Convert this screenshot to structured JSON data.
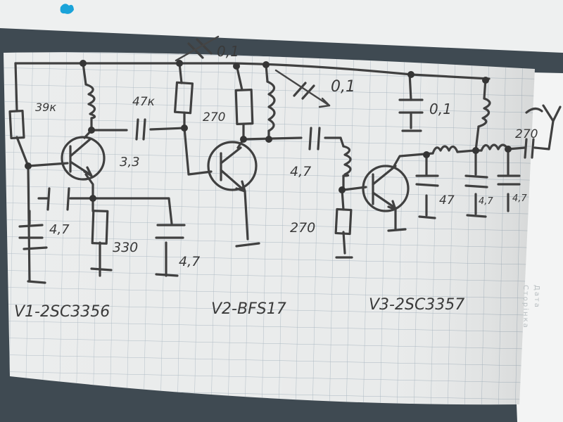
{
  "labels": {
    "r_39k": "39к",
    "r_47k": "47к",
    "c_01_top": "0,1",
    "c_01_v2": "0,1",
    "c_01_v3": "0,1",
    "r_270_v2": "270",
    "c_33": "3,3",
    "c_47_v1_base": "4,7",
    "r_330": "330",
    "c_47_v1_emitter": "4,7",
    "c_47_v2_out": "4,7",
    "r_270_v3": "270",
    "c_47_v3_a": "47",
    "c_47_v3_b": "4,7",
    "c_47_v3_c": "4,7",
    "r_270_ant": "270",
    "caption_v1": "V1-2SC3356",
    "caption_v2": "V2-BFS17",
    "caption_v3": "V3-2SC3357"
  },
  "margin_print": {
    "date": "Дата",
    "page": "Сторінка"
  },
  "colors": {
    "paper": "#e9ebeb",
    "grid": "#a9b6c0",
    "pencil": "#404040",
    "background": "#3f4a52",
    "blue_mark": "#1aa3d9"
  }
}
